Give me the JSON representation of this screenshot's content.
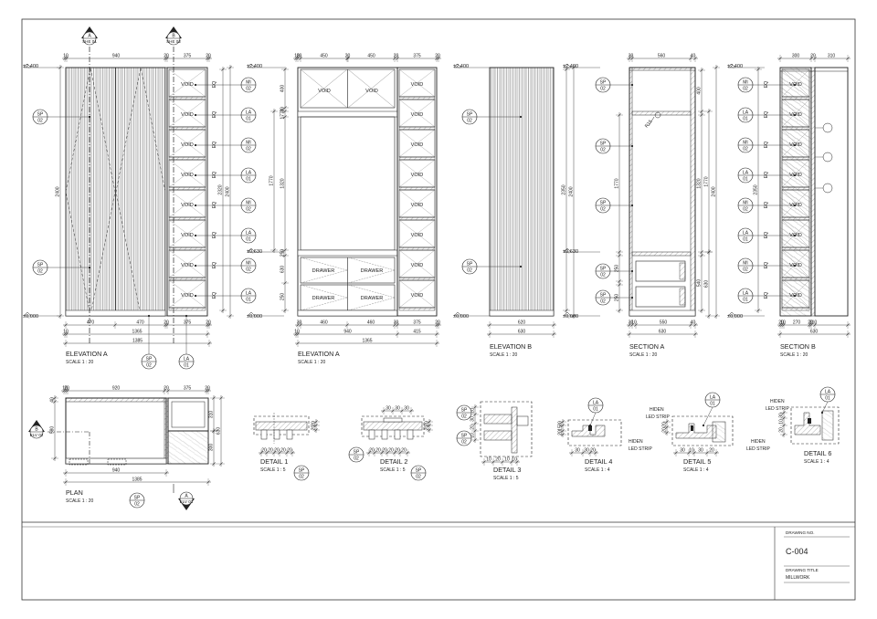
{
  "sheet": {
    "drawing_no_label": "DRAWING NO.",
    "drawing_no": "C-004",
    "drawing_title_label": "DRAWING TITLE",
    "drawing_title": "MILLWORK"
  },
  "views": {
    "elev_a1": {
      "title": "ELEVATION A",
      "scale": "SCALE 1 : 20"
    },
    "elev_a2": {
      "title": "ELEVATION A",
      "scale": "SCALE 1 : 20"
    },
    "elev_b": {
      "title": "ELEVATION B",
      "scale": "SCALE 1 : 20"
    },
    "sect_a": {
      "title": "SECTION A",
      "scale": "SCALE 1 : 20"
    },
    "sect_b": {
      "title": "SECTION B",
      "scale": "SCALE 1 : 20"
    },
    "plan": {
      "title": "PLAN",
      "scale": "SCALE 1 : 20"
    },
    "det1": {
      "title": "DETAIL 1",
      "scale": "SCALE 1 : 5"
    },
    "det2": {
      "title": "DETAIL 2",
      "scale": "SCALE 1 : 5"
    },
    "det3": {
      "title": "DETAIL 3",
      "scale": "SCALE 1 : 5"
    },
    "det4": {
      "title": "DETAIL 4",
      "scale": "SCALE 1 : 4"
    },
    "det5": {
      "title": "DETAIL 5",
      "scale": "SCALE 1 : 4"
    },
    "det6": {
      "title": "DETAIL 6",
      "scale": "SCALE 1 : 4"
    }
  },
  "levels": {
    "top": "±2,400",
    "low": "±0,000",
    "mid": "±0,630"
  },
  "material_tags": {
    "sp": {
      "code": "SP",
      "no": "02"
    },
    "mi": {
      "code": "MI",
      "no": "02"
    },
    "la": {
      "code": "LA",
      "no": "01"
    }
  },
  "section_marks": {
    "a": {
      "letter": "A",
      "ref": "ELV 01"
    },
    "b": {
      "letter": "B",
      "ref": "ELV 02"
    },
    "a_top_ref": "SHE 01",
    "b_top_ref": "SHE 02"
  },
  "labels": {
    "void": "VOID",
    "drawer": "DRAWER",
    "eq": "EQ",
    "hidden_led": "HIDEN LED STRIP",
    "hidden_led_1": "HIDEN",
    "hidden_led_2": "LED STRIP",
    "r15": "R15"
  },
  "dims": {
    "ea_top": [
      "10",
      "940",
      "20",
      "375",
      "20"
    ],
    "ea_bot1": [
      "470",
      "470",
      "20",
      "375",
      "20"
    ],
    "ea_bot2": [
      "10",
      "1365"
    ],
    "ea_bot3": "1385",
    "ea_left": "2400",
    "ea_right": [
      "2320",
      "2400"
    ],
    "e2_top": [
      "10",
      "20",
      "450",
      "20",
      "450",
      "20",
      "375",
      "20"
    ],
    "e2_bot1": [
      "30",
      "460",
      "460",
      "30",
      "375",
      "20"
    ],
    "e2_bot2": [
      "10",
      "940",
      "415"
    ],
    "e2_bot3": "1365",
    "e2_left": [
      "400",
      "30",
      "1770",
      "1320",
      "250",
      "630",
      "250"
    ],
    "eb_bot": [
      "620",
      "630"
    ],
    "eb_right": [
      "2350",
      "2400"
    ],
    "sa_top": [
      "30",
      "560",
      "40"
    ],
    "sa_bot1": [
      "30",
      "10",
      "550",
      "40"
    ],
    "sa_bot2": "630",
    "sa_right": [
      "400",
      "1770",
      "1320",
      "2400",
      "540",
      "630"
    ],
    "sa_left": [
      "250",
      "250"
    ],
    "sb_top": [
      "300",
      "20",
      "310"
    ],
    "sb_bot1": [
      "20",
      "10",
      "270",
      "20",
      "310"
    ],
    "sb_bot2": "630",
    "sb_left": [
      "2350"
    ],
    "pl_top": [
      "10",
      "20",
      "920",
      "20",
      "375",
      "20"
    ],
    "pl_bot1": "940",
    "pl_bot2": "1385",
    "pl_left": [
      "40",
      "580"
    ],
    "pl_right": [
      "310",
      "630",
      "300"
    ],
    "d1": [
      "20",
      "20",
      "20",
      "20",
      "20",
      "55",
      "20"
    ],
    "d2_top": [
      "30",
      "30",
      "30"
    ],
    "d2": [
      "20",
      "20",
      "20",
      "20",
      "20",
      "20",
      "30"
    ],
    "d3": [
      "10",
      "20",
      "10",
      "10"
    ],
    "d3_side": [
      "20",
      "30",
      "20",
      "10"
    ],
    "d4": [
      "30",
      "30",
      "20"
    ],
    "d4_side": [
      "30",
      "15",
      "20"
    ],
    "d5": [
      "30",
      "10",
      "30",
      "20"
    ],
    "d5_side": [
      "20",
      "20"
    ],
    "d6_side": [
      "30",
      "10",
      "20"
    ]
  }
}
